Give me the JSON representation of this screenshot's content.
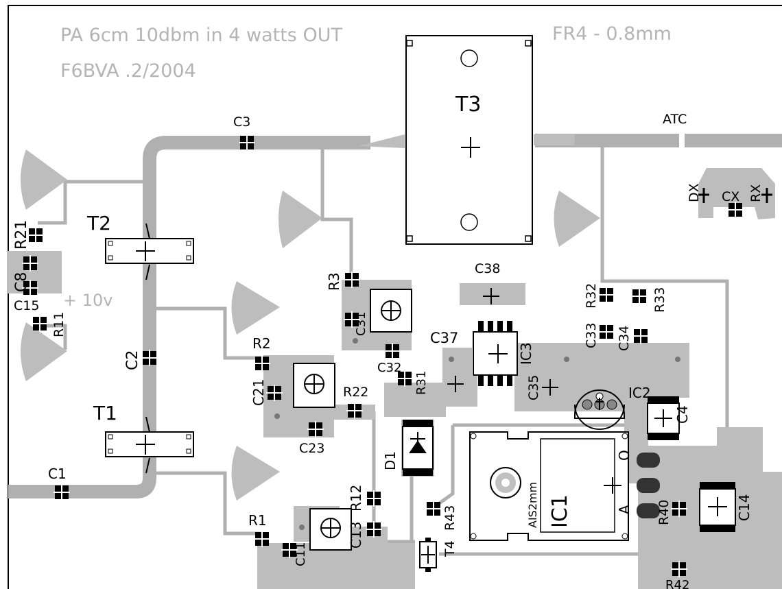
{
  "header": {
    "title_line1": "PA 6cm 10dbm in 4 watts OUT",
    "title_line2": "F6BVA .2/2004",
    "substrate": "FR4 - 0.8mm"
  },
  "labels": {
    "t3": "T3",
    "t2": "T2",
    "t1": "T1",
    "atc": "ATC",
    "dx": "DX",
    "cx": "CX",
    "rx": "RX",
    "r21": "R21",
    "c8": "C8",
    "c15": "C15",
    "r11": "R11",
    "supply": "+ 10v",
    "c3": "C3",
    "c2": "C2",
    "c1": "C1",
    "r3": "R3",
    "c31": "C31",
    "c32": "C32",
    "r31": "R31",
    "c38": "C38",
    "c37": "C37",
    "ic3": "IC3",
    "c35": "C35",
    "r32": "R32",
    "r33": "R33",
    "c33": "C33",
    "c34": "C34",
    "ic2": "IC2",
    "c4": "C4",
    "r2": "R2",
    "c21": "C21",
    "r22": "R22",
    "c23": "C23",
    "d1": "D1",
    "r12": "R12",
    "c13": "C13",
    "r1": "R1",
    "c11": "C11",
    "r43": "R43",
    "t4": "T4",
    "ic1": "IC1",
    "ic1_sub": "AIS2mm",
    "pin_o": "O",
    "pin_a": "A",
    "r40": "R40",
    "c14": "C14",
    "r42": "R42"
  },
  "colors": {
    "copper": "#b0b0b0",
    "header_text": "#b4b4b4",
    "outline": "#000000"
  }
}
